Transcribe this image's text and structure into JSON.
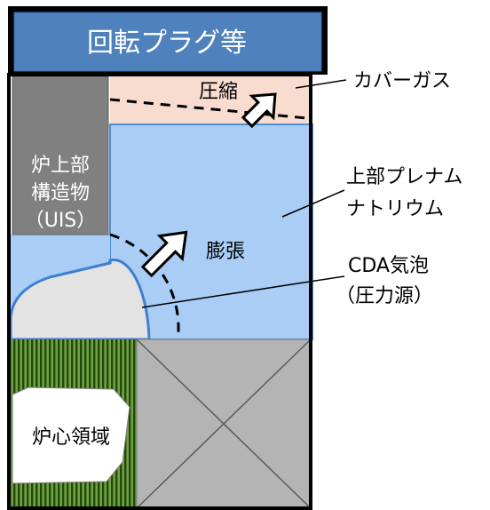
{
  "labels": {
    "rotating_plug": "回転プラグ等",
    "compression": "圧縮",
    "cover_gas": "カバーガス",
    "upper_structure": [
      "炉上部",
      "構造物",
      "（UIS）"
    ],
    "upper_plenum": [
      "上部プレナム",
      "ナトリウム"
    ],
    "expansion": "膨張",
    "cda_bubble": [
      "CDA気泡",
      "（圧力源）"
    ],
    "core_region": "炉心領域"
  },
  "colors": {
    "plug_fill": "#4f81bd",
    "plug_stroke": "#3a6aa5",
    "cover_gas_fill": "#f8dccf",
    "sodium_fill": "#a9cdf4",
    "sodium_stroke": "#4f8fd8",
    "uis_fill": "#808080",
    "bubble_fill": "#e3e3e3",
    "bubble_stroke": "#3f7fd0",
    "core_stripe_dark": "#1e4a10",
    "core_stripe_light": "#74a03e",
    "lower_box_fill": "#b4b4b4",
    "outline": "#000000"
  },
  "icons": {
    "arrows": [
      "outline-arrow-up-right-icon",
      "outline-arrow-up-right-icon"
    ]
  }
}
